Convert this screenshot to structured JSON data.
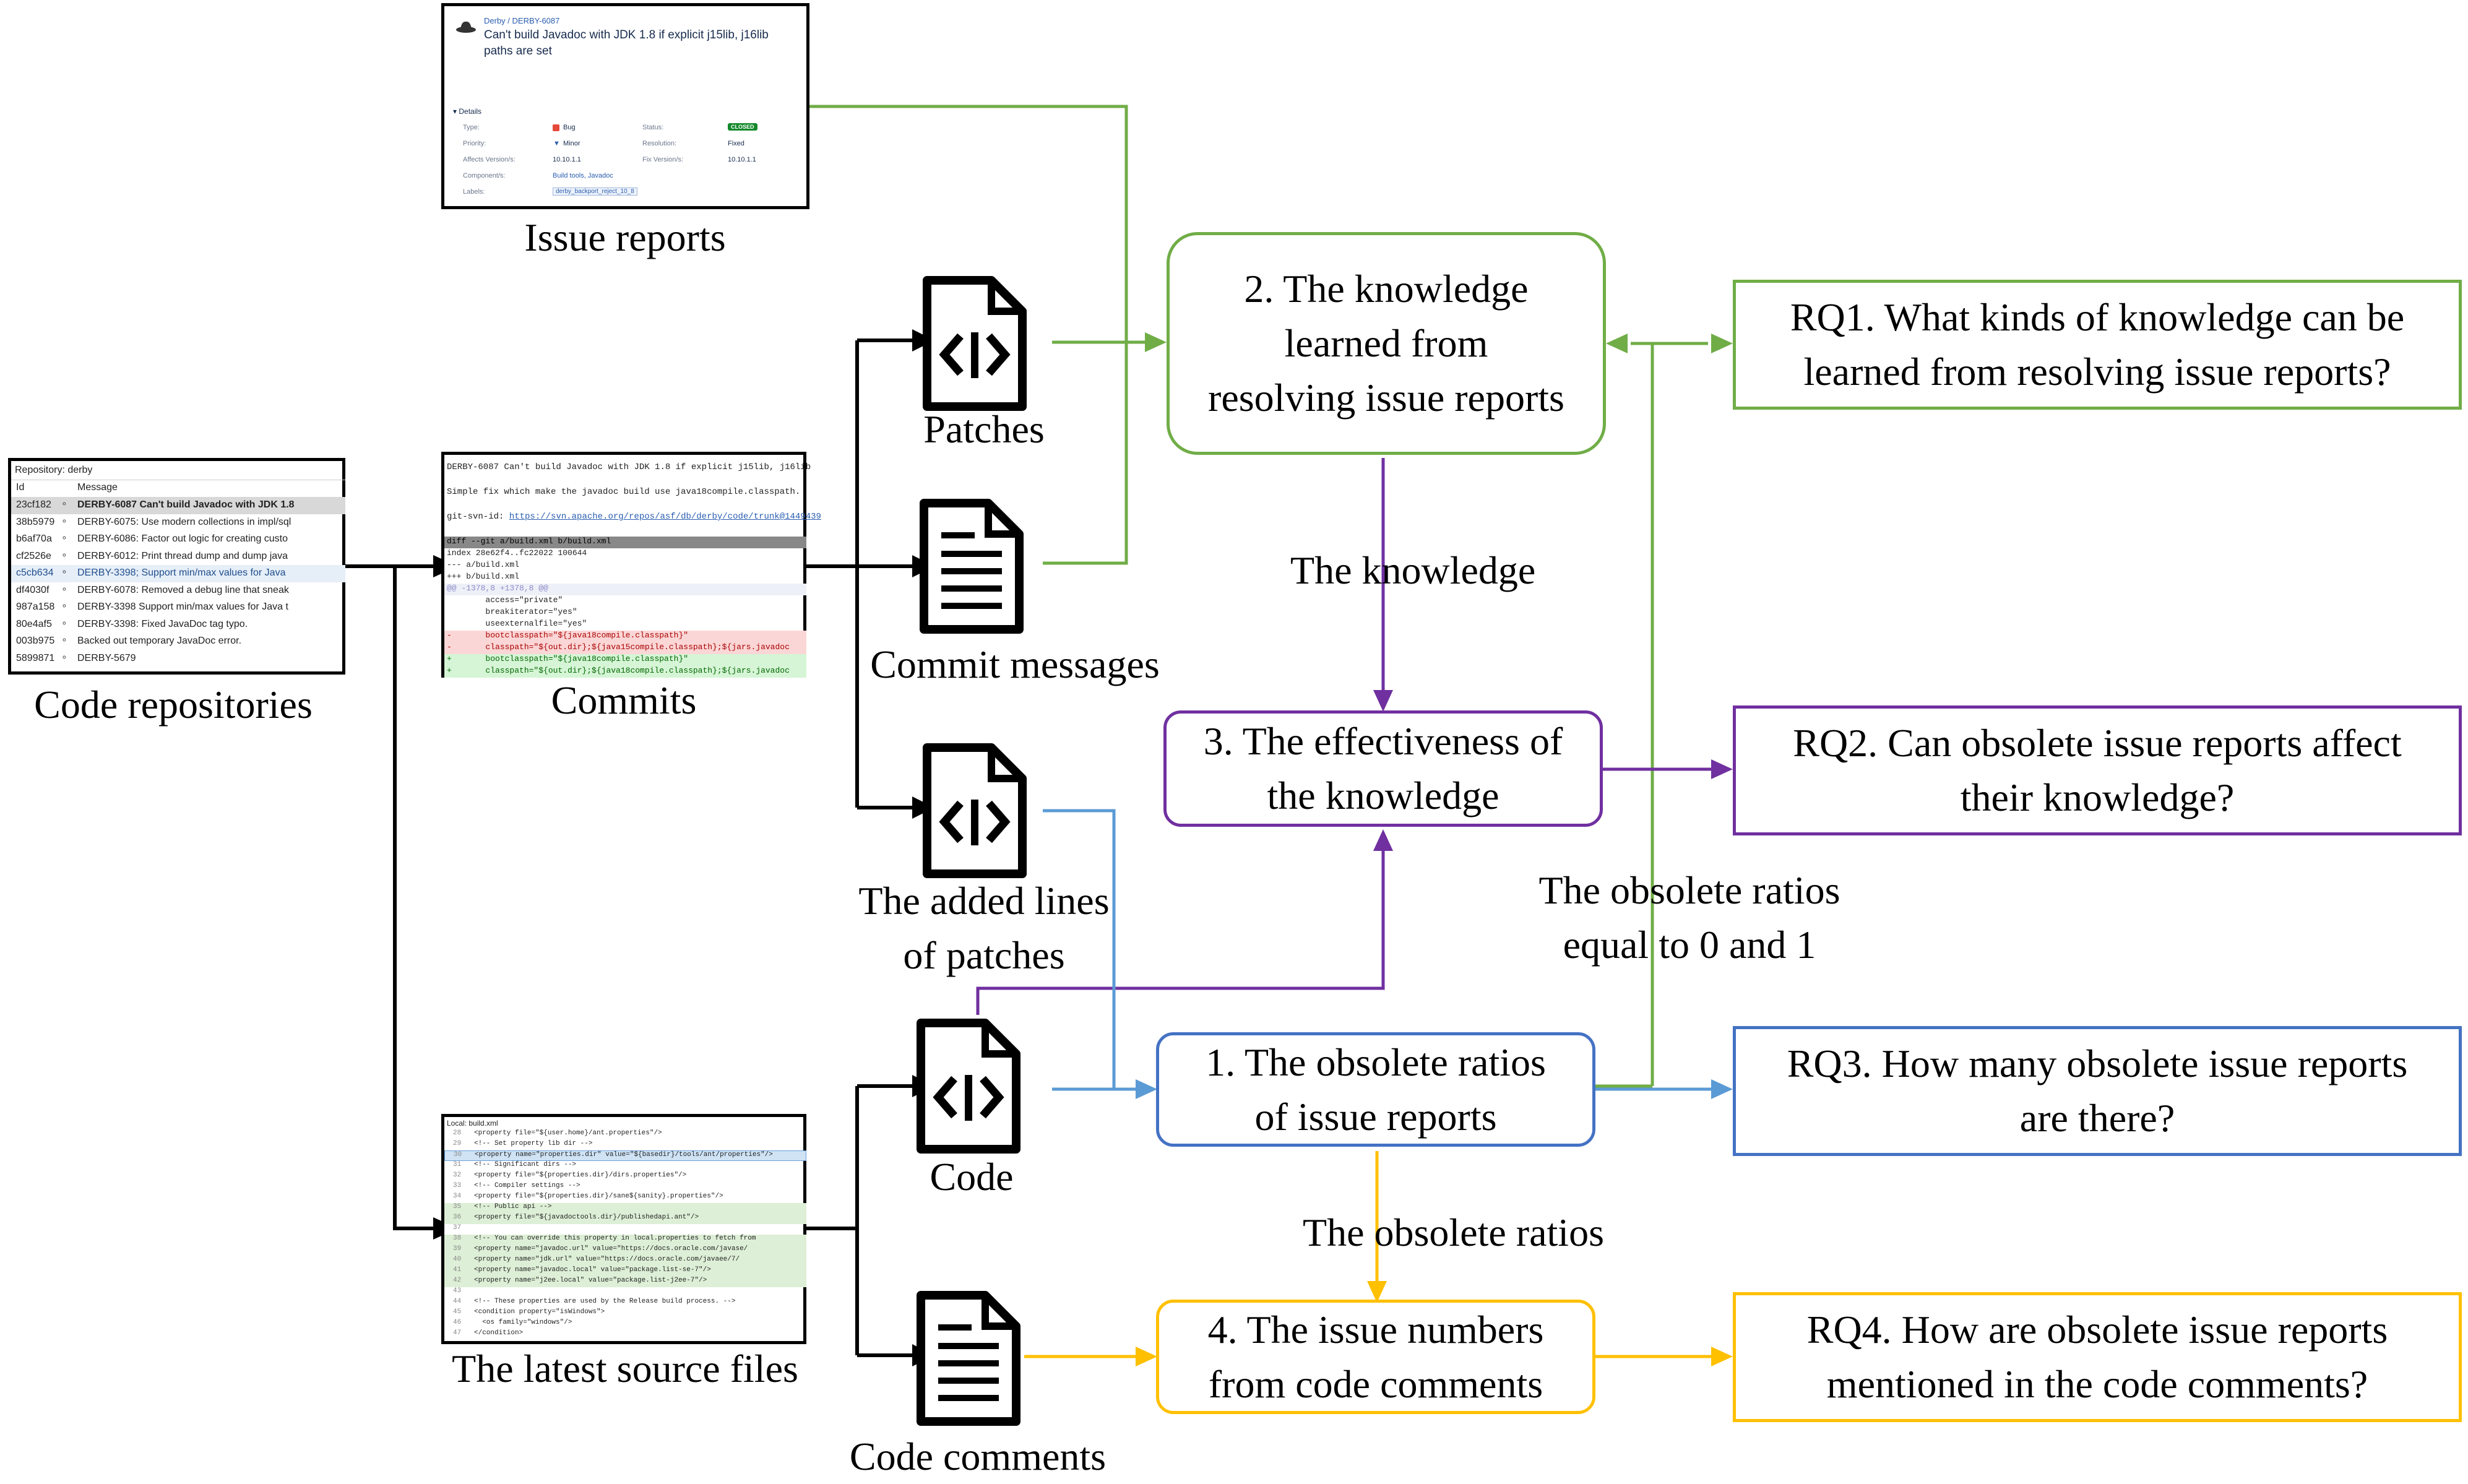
{
  "colors": {
    "green": "#70ad47",
    "purple": "#7030a0",
    "blue": "#4472c4",
    "blue_line": "#5b9bd5",
    "gold": "#ffc000",
    "black": "#000000"
  },
  "sources": {
    "code_repositories": "Code repositories",
    "issue_reports": "Issue reports",
    "commits": "Commits",
    "latest_source_files": "The latest source files"
  },
  "artifacts": {
    "patches": "Patches",
    "commit_messages": "Commit messages",
    "added_lines_1": "The added lines",
    "added_lines_2": "of patches",
    "code": "Code",
    "code_comments": "Code comments"
  },
  "steps": {
    "s1": "1. The obsolete ratios\nof  issue reports",
    "s2": "2. The knowledge\nlearned from\nresolving issue reports",
    "s3": "3. The effectiveness of\nthe knowledge",
    "s4": "4. The issue numbers\nfrom code comments"
  },
  "edge_labels": {
    "knowledge": "The knowledge",
    "obsolete_ratios_01_l1": "The obsolete ratios",
    "obsolete_ratios_01_l2": "equal to 0 and 1",
    "obsolete_ratios": "The obsolete ratios"
  },
  "research_questions": {
    "rq1": "RQ1. What kinds of knowledge can be\nlearned from resolving issue reports?",
    "rq2": "RQ2. Can obsolete issue reports affect\ntheir knowledge?",
    "rq3": "RQ3. How many obsolete issue reports\nare there?",
    "rq4": "RQ4. How are obsolete issue reports\nmentioned in the code comments?"
  },
  "issue_shot": {
    "breadcrumb": "Derby  /  DERBY-6087",
    "title_1": "Can't build Javadoc with JDK 1.8 if explicit j15lib, j16lib",
    "title_2": "paths are set",
    "details": "Details",
    "fields": [
      {
        "k": "Type:",
        "v": "Bug",
        "k2": "Status:",
        "v2": "CLOSED"
      },
      {
        "k": "Priority:",
        "v": "Minor",
        "k2": "Resolution:",
        "v2": "Fixed"
      },
      {
        "k": "Affects Version/s:",
        "v": "10.10.1.1",
        "k2": "Fix Version/s:",
        "v2": "10.10.1.1"
      },
      {
        "k": "Component/s:",
        "v": "Build tools, Javadoc",
        "k2": "",
        "v2": ""
      },
      {
        "k": "Labels:",
        "v": "derby_backport_reject_10_8",
        "k2": "",
        "v2": ""
      }
    ]
  },
  "repo_shot": {
    "repository": "Repository: derby",
    "col_id": "Id",
    "col_msg": "Message",
    "rows": [
      {
        "id": "23cf182",
        "msg": "DERBY-6087 Can't build Javadoc with JDK 1.8"
      },
      {
        "id": "38b5979",
        "msg": "DERBY-6075: Use modern collections in impl/sql"
      },
      {
        "id": "b6af70a",
        "msg": "DERBY-6086: Factor out logic for creating custo"
      },
      {
        "id": "cf2526e",
        "msg": "DERBY-6012: Print thread dump and dump java"
      },
      {
        "id": "c5cb634",
        "msg": "DERBY-3398; Support min/max values for Java"
      },
      {
        "id": "df4030f",
        "msg": "DERBY-6078: Removed a debug line that sneak"
      },
      {
        "id": "987a158",
        "msg": "DERBY-3398 Support min/max values for Java t"
      },
      {
        "id": "80e4af5",
        "msg": "DERBY-3398: Fixed JavaDoc tag typo."
      },
      {
        "id": "003b975",
        "msg": "Backed out temporary JavaDoc error."
      },
      {
        "id": "5899871",
        "msg": "DERBY-5679"
      }
    ]
  },
  "commit_shot": {
    "line1": "DERBY-6087 Can't build Javadoc with JDK 1.8 if explicit j15lib, j16lib",
    "line2": "Simple fix which make the javadoc build use java18compile.classpath.",
    "line3a": "git-svn-id: ",
    "line3b": "https://svn.apache.org/repos/asf/db/derby/code/trunk@1449439",
    "diff": [
      {
        "t": "diff --git a/build.xml b/build.xml",
        "k": "hdr"
      },
      {
        "t": "index 28e62f4..fc22022 100644",
        "k": "ctx"
      },
      {
        "t": "--- a/build.xml",
        "k": "ctx"
      },
      {
        "t": "+++ b/build.xml",
        "k": "ctx"
      },
      {
        "t": "@@ -1378,8 +1378,8 @@",
        "k": "hunk"
      },
      {
        "t": "        access=\"private\"",
        "k": "ctx"
      },
      {
        "t": "        breakiterator=\"yes\"",
        "k": "ctx"
      },
      {
        "t": "        useexternalfile=\"yes\"",
        "k": "ctx"
      },
      {
        "t": "-       bootclasspath=\"${java18compile.classpath}\"",
        "k": "del"
      },
      {
        "t": "-       classpath=\"${out.dir};${java15compile.classpath};${jars.javadoc",
        "k": "del"
      },
      {
        "t": "+       bootclasspath=\"${java18compile.classpath}\"",
        "k": "add"
      },
      {
        "t": "+       classpath=\"${out.dir};${java18compile.classpath};${jars.javadoc",
        "k": "add"
      }
    ]
  },
  "source_shot": {
    "file": "Local: build.xml",
    "lines": [
      {
        "n": "28",
        "t": "<property file=\"${user.home}/ant.properties\"/>",
        "k": "ctx"
      },
      {
        "n": "29",
        "t": "<!-- Set property lib dir -->",
        "k": "ctx"
      },
      {
        "n": "30",
        "t": "<property name=\"properties.dir\" value=\"${basedir}/tools/ant/properties\"/>",
        "k": "sel"
      },
      {
        "n": "31",
        "t": "<!-- Significant dirs -->",
        "k": "ctx"
      },
      {
        "n": "32",
        "t": "<property file=\"${properties.dir}/dirs.properties\"/>",
        "k": "ctx"
      },
      {
        "n": "33",
        "t": "<!-- Compiler settings -->",
        "k": "ctx"
      },
      {
        "n": "34",
        "t": "<property file=\"${properties.dir}/sane${sanity}.properties\"/>",
        "k": "ctx"
      },
      {
        "n": "35",
        "t": "<!-- Public api -->",
        "k": "add"
      },
      {
        "n": "36",
        "t": "<property file=\"${javadoctools.dir}/publishedapi.ant\"/>",
        "k": "add"
      },
      {
        "n": "37",
        "t": "",
        "k": "ctx"
      },
      {
        "n": "38",
        "t": "<!-- You can override this property in local.properties to fetch from",
        "k": "add"
      },
      {
        "n": "39",
        "t": "<property name=\"javadoc.url\" value=\"https://docs.oracle.com/javase/",
        "k": "add"
      },
      {
        "n": "40",
        "t": "<property name=\"jdk.url\" value=\"https://docs.oracle.com/javaee/7/",
        "k": "add"
      },
      {
        "n": "41",
        "t": "<property name=\"javadoc.local\" value=\"package.list-se-7\"/>",
        "k": "add"
      },
      {
        "n": "42",
        "t": "<property name=\"j2ee.local\" value=\"package.list-j2ee-7\"/>",
        "k": "add"
      },
      {
        "n": "43",
        "t": "",
        "k": "ctx"
      },
      {
        "n": "44",
        "t": "<!-- These properties are used by the Release build process. -->",
        "k": "ctx"
      },
      {
        "n": "45",
        "t": "<condition property=\"isWindows\">",
        "k": "ctx"
      },
      {
        "n": "46",
        "t": "  <os family=\"windows\"/>",
        "k": "ctx"
      },
      {
        "n": "47",
        "t": "</condition>",
        "k": "ctx"
      }
    ]
  }
}
